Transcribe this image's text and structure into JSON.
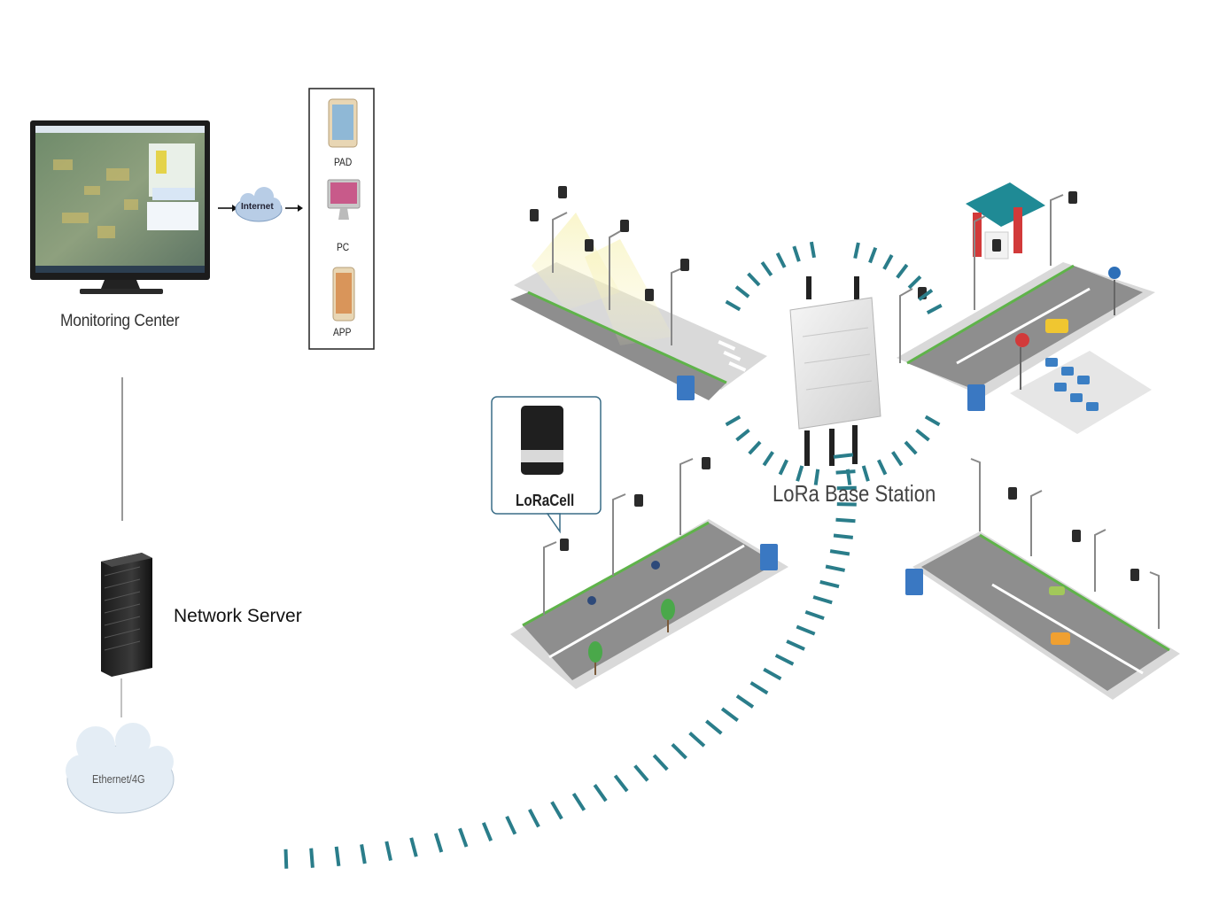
{
  "labels": {
    "monitoring_center": "Monitoring Center",
    "network_server": "Network Server",
    "lora_base_station": "LoRa Base Station",
    "loracell": "LoRaCell",
    "ethernet": "Ethernet/4G",
    "internet": "Internet"
  },
  "devices": [
    {
      "label": "PAD"
    },
    {
      "label": "PC"
    },
    {
      "label": "APP"
    }
  ],
  "colors": {
    "signal": "#2a7d8a",
    "road": "#8e8e8e",
    "grass": "#5fb34a",
    "cloud": "#c8dcea"
  },
  "icons": [
    "monitor-icon",
    "tablet-icon",
    "imac-icon",
    "phone-icon",
    "server-rack-icon",
    "cloud-icon",
    "gateway-icon",
    "street-light-icon",
    "sensor-icon",
    "gas-station-icon",
    "parking-sign-icon",
    "car-icon",
    "tree-icon"
  ]
}
